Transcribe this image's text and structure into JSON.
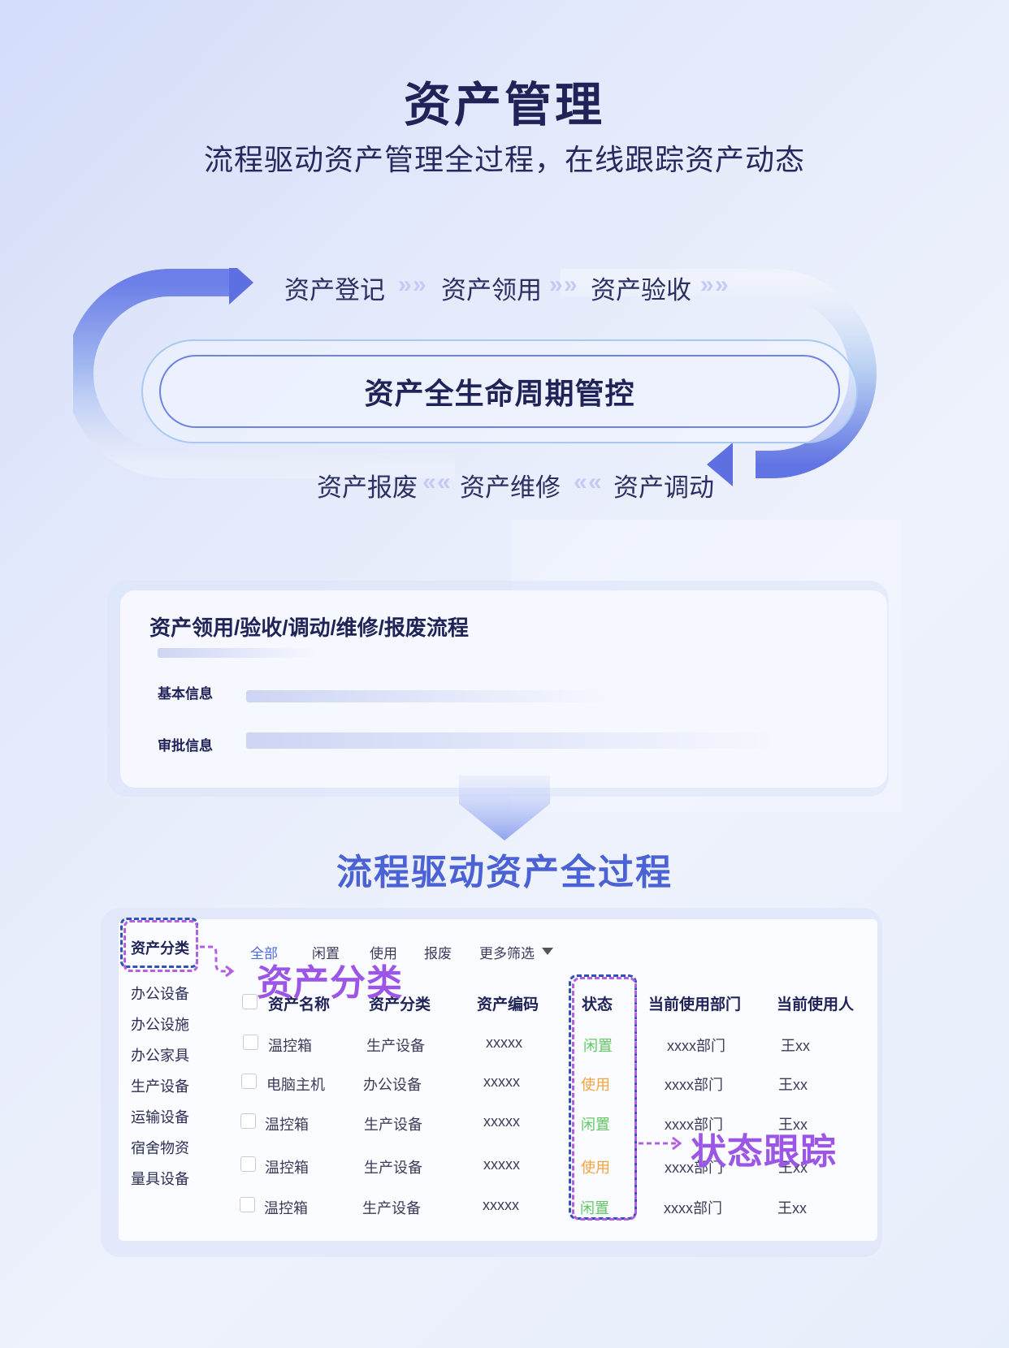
{
  "header": {
    "title": "资产管理",
    "subtitle": "流程驱动资产管理全过程，在线跟踪资产动态"
  },
  "lifecycle": {
    "center": "资产全生命周期管控",
    "top_steps": [
      "资产登记",
      "资产领用",
      "资产验收"
    ],
    "bottom_steps": [
      "资产报废",
      "资产维修",
      "资产调动"
    ],
    "chevron_right": "»",
    "chevron_left": "«"
  },
  "process_card": {
    "title": "资产领用/验收/调动/维修/报废流程",
    "fields": [
      "基本信息",
      "审批信息"
    ]
  },
  "flow_caption": "流程驱动资产全过程",
  "asset_table": {
    "category_title": "资产分类",
    "categories": [
      "办公设备",
      "办公设施",
      "办公家具",
      "生产设备",
      "运输设备",
      "宿舍物资",
      "量具设备"
    ],
    "filters": [
      "全部",
      "闲置",
      "使用",
      "报废"
    ],
    "more_filter": "更多筛选",
    "columns": [
      "资产名称",
      "资产分类",
      "资产编码",
      "状态",
      "当前使用部门",
      "当前使用人"
    ],
    "rows": [
      {
        "name": "温控箱",
        "category": "生产设备",
        "code": "xxxxx",
        "status": "闲置",
        "dept": "xxxx部门",
        "user": "王xx"
      },
      {
        "name": "电脑主机",
        "category": "办公设备",
        "code": "xxxxx",
        "status": "使用",
        "dept": "xxxx部门",
        "user": "王xx"
      },
      {
        "name": "温控箱",
        "category": "生产设备",
        "code": "xxxxx",
        "status": "闲置",
        "dept": "xxxx部门",
        "user": "王xx"
      },
      {
        "name": "温控箱",
        "category": "生产设备",
        "code": "xxxxx",
        "status": "使用",
        "dept": "xxxx部门",
        "user": "王xx"
      },
      {
        "name": "温控箱",
        "category": "生产设备",
        "code": "xxxxx",
        "status": "闲置",
        "dept": "xxxx部门",
        "user": "王xx"
      }
    ],
    "annotation_category": "资产分类",
    "annotation_status": "状态跟踪"
  },
  "colors": {
    "accent": "#4c6ae0",
    "status_idle": "#5fcb62",
    "status_use": "#f0a441",
    "annotation": "#9c56e6",
    "dash_blue": "#2f52b8"
  },
  "icons": [
    "right-arrow-icon",
    "left-arrow-icon",
    "chevron-right-icon",
    "chevron-left-icon",
    "down-arrow-icon",
    "caret-down-icon",
    "checkbox-icon"
  ]
}
